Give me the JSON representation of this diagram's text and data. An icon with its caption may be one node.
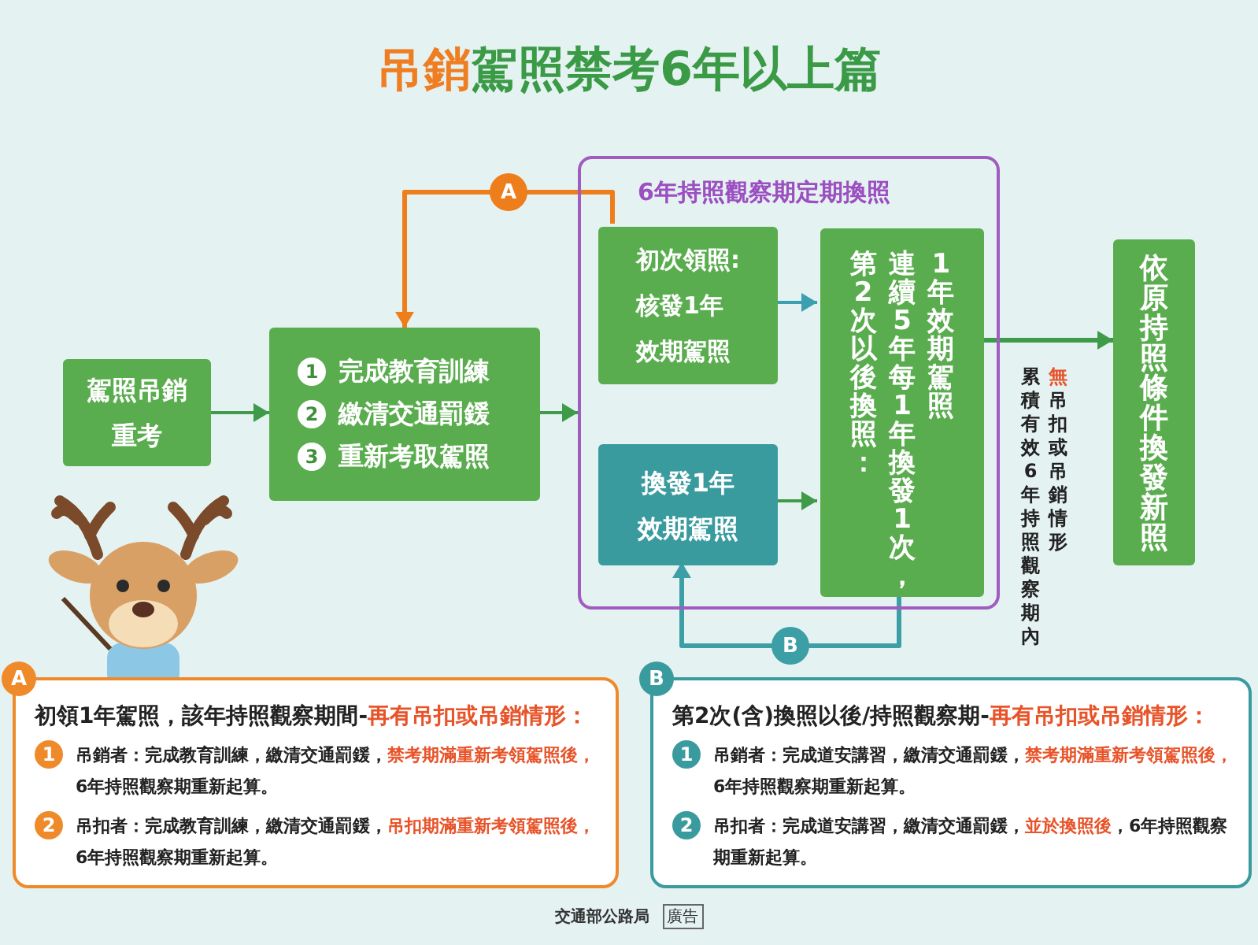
{
  "diagram": {
    "nodes": [
      {
        "text": [
          "駕照吊銷重考"
        ]
      },
      {
        "text": [
          "1",
          "完成教育訓練",
          "2",
          "繳清交通罰鍰",
          "3",
          "重新考取駕照"
        ]
      },
      {
        "text": [
          "6年持照觀察期定期換照"
        ]
      },
      {
        "text": [
          "初次領照:核發1年效期駕照"
        ],
        "in": 2
      },
      {
        "text": [
          "換發1年效期駕照"
        ],
        "in": 2
      },
      {
        "text": [
          "第2次以後換照：",
          "連續5年每1年換發1次，",
          "1年效期駕照"
        ],
        "in": 2
      },
      {
        "text": [
          "依原持照條件換發新照"
        ]
      },
      {
        "text": [
          "A",
          "初領1年駕照，該年持照觀察期間-",
          "再有吊扣或吊銷情形：",
          "1",
          "吊銷者：完成教育訓練，繳清交通罰鍰，",
          "禁考期滿重新考領駕照後，",
          "6年持照觀察期重新起算。",
          "2",
          "吊扣者：完成教育訓練，繳清交通罰鍰，",
          "吊扣期滿重新考領駕照後，",
          "6年持照觀察期重新起算。"
        ]
      },
      {
        "text": [
          "B",
          "第2次(含)換照以後/持照觀察期-",
          "再有吊扣或吊銷情形：",
          "1",
          "吊銷者：完成道安講習，繳清交通罰鍰，",
          "禁考期滿重新考領駕照後，",
          "6年持照觀察期重新起算。",
          "2",
          "吊扣者：完成道安講習，繳清交通罰鍰，",
          "並於換照後",
          "，6年持照觀察期重新起算。"
        ]
      }
    ],
    "edges": [
      {
        "from": 0,
        "to": 1,
        "arrow": "to"
      },
      {
        "from": 1,
        "to": 2,
        "arrow": "to"
      },
      {
        "from": 3,
        "to": 5,
        "arrow": "to",
        "color": "#3b9fb0"
      },
      {
        "from": 4,
        "to": 5,
        "arrow": "to"
      },
      {
        "from": 5,
        "to": 6,
        "arrow": "to"
      },
      {
        "from": 3,
        "to": 1,
        "arrow": "to",
        "label": "A",
        "color": "#ee7d1c"
      },
      {
        "from": 5,
        "to": 4,
        "arrow": "to",
        "label": "B",
        "color": "#3b9fa5"
      }
    ],
    "labels": [
      "吊銷",
      "駕照禁考6年以上篇",
      "累積有效6年持照觀察期內",
      "無",
      "吊扣或吊銷情形",
      "交通部公路局",
      "廣告"
    ]
  }
}
